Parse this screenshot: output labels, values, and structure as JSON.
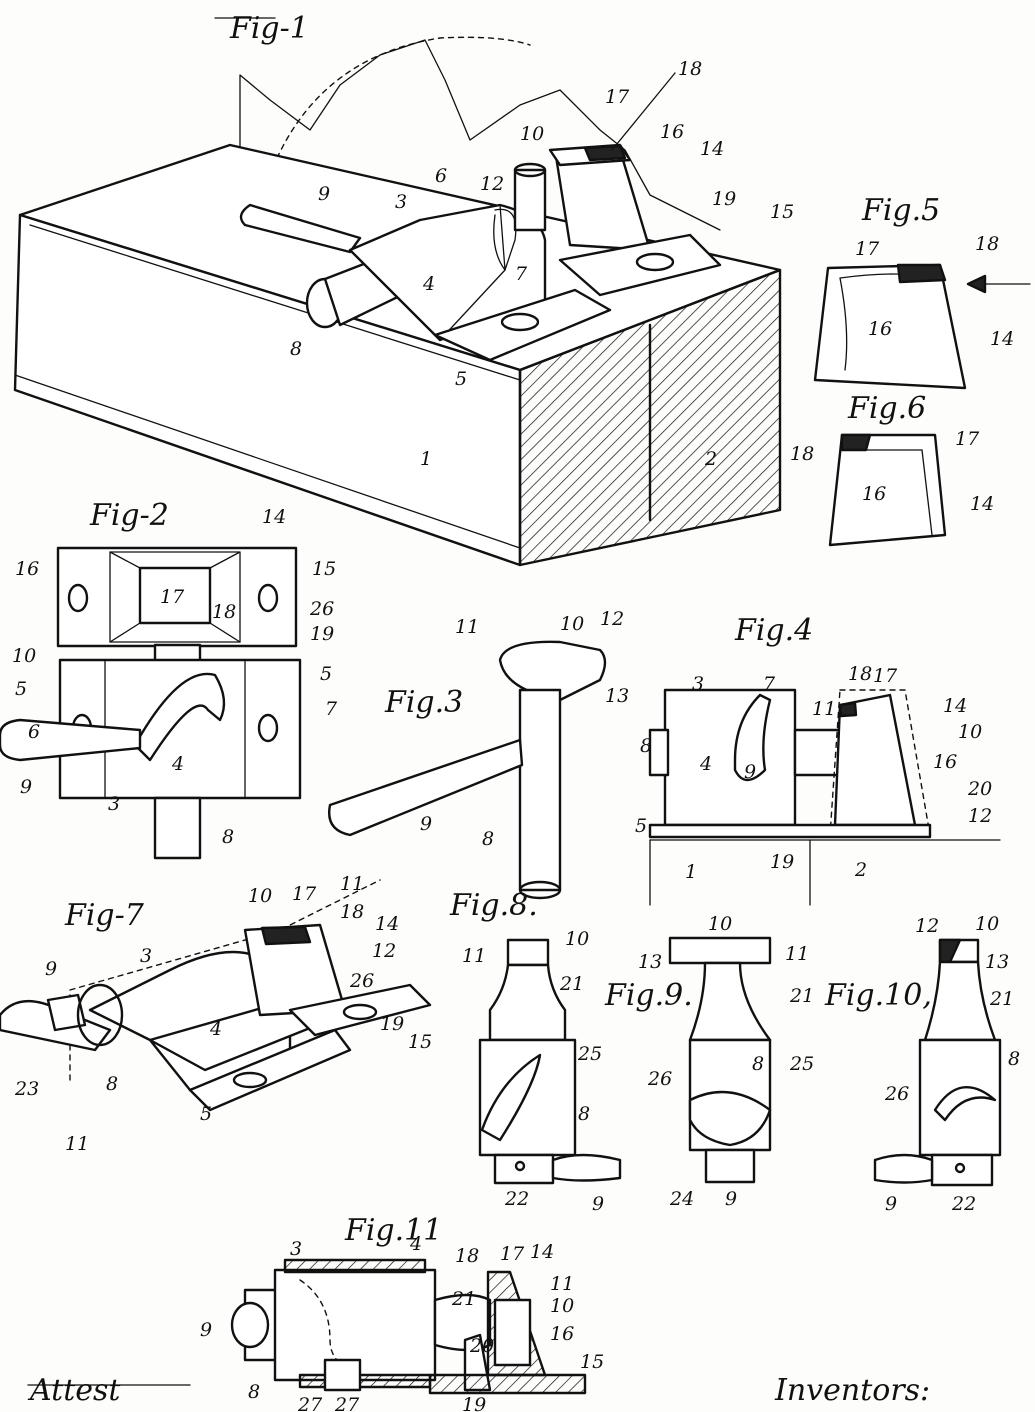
{
  "figure_titles": {
    "fig1": "Fig-1",
    "fig2": "Fig-2",
    "fig3": "Fig.3",
    "fig4": "Fig.4",
    "fig5": "Fig.5",
    "fig6": "Fig.6",
    "fig7": "Fig-7",
    "fig8": "Fig.8.",
    "fig9": "Fig.9.",
    "fig10": "Fig.10,",
    "fig11": "Fig.11"
  },
  "signatures": {
    "attest": "Attest",
    "inventors": "Inventors:"
  },
  "labels": {
    "fig1": [
      "18",
      "17",
      "16",
      "14",
      "10",
      "12",
      "6",
      "3",
      "9",
      "19",
      "15",
      "4",
      "7",
      "8",
      "5",
      "1",
      "2"
    ],
    "fig2": [
      "14",
      "16",
      "17",
      "18",
      "15",
      "26",
      "19",
      "10",
      "5",
      "5",
      "7",
      "6",
      "4",
      "9",
      "3",
      "8"
    ],
    "fig3": [
      "10",
      "12",
      "11",
      "13",
      "9",
      "8"
    ],
    "fig4": [
      "7",
      "18",
      "17",
      "3",
      "11",
      "14",
      "10",
      "8",
      "4",
      "9",
      "16",
      "20",
      "12",
      "5",
      "19",
      "1",
      "2"
    ],
    "fig5": [
      "17",
      "18",
      "16",
      "14"
    ],
    "fig6": [
      "18",
      "17",
      "16",
      "14"
    ],
    "fig7": [
      "10",
      "17",
      "11",
      "18",
      "14",
      "3",
      "12",
      "26",
      "9",
      "19",
      "15",
      "4",
      "23",
      "8",
      "5",
      "11"
    ],
    "fig8": [
      "11",
      "10",
      "21",
      "25",
      "8",
      "22",
      "9"
    ],
    "fig9": [
      "10",
      "13",
      "11",
      "21",
      "8",
      "26",
      "25",
      "24",
      "9"
    ],
    "fig10": [
      "12",
      "10",
      "13",
      "21",
      "8",
      "26",
      "9",
      "22"
    ],
    "fig11": [
      "3",
      "4",
      "18",
      "17",
      "14",
      "11",
      "21",
      "10",
      "9",
      "16",
      "20",
      "15",
      "8",
      "27",
      "27",
      "19"
    ]
  }
}
